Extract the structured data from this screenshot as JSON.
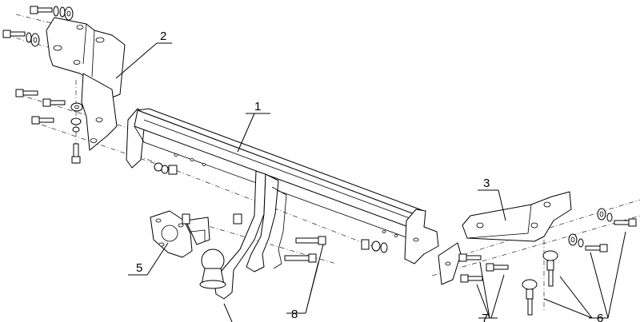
{
  "diagram": {
    "callouts": [
      {
        "id": "1",
        "text": "1"
      },
      {
        "id": "2",
        "text": "2"
      },
      {
        "id": "3",
        "text": "3"
      },
      {
        "id": "5",
        "text": "5"
      },
      {
        "id": "6",
        "text": "6"
      },
      {
        "id": "7",
        "text": "7"
      },
      {
        "id": "8",
        "text": "8"
      }
    ]
  }
}
